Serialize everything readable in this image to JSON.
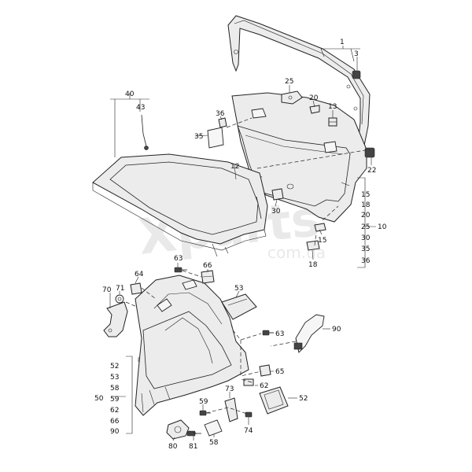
{
  "watermark": {
    "main": "Xparts",
    "sub": "com.ua"
  },
  "callouts": {
    "c1": "1",
    "c3": "3",
    "c25": "25",
    "c20": "20",
    "c13": "13",
    "c36": "36",
    "c35": "35",
    "c12": "12",
    "c22": "22",
    "c30": "30",
    "c15": "15",
    "c18": "18",
    "c40": "40",
    "c43": "43",
    "c63a": "63",
    "c66": "66",
    "c64": "64",
    "c71": "71",
    "c70": "70",
    "c53": "53",
    "c63b": "63",
    "c90": "90",
    "c65": "65",
    "c62": "62",
    "c52": "52",
    "c73": "73",
    "c59": "59",
    "c74": "74",
    "c58": "58",
    "c80": "80",
    "c81": "81"
  },
  "group10": {
    "ref": "10",
    "items": [
      "15",
      "18",
      "20",
      "25",
      "30",
      "35",
      "36"
    ]
  },
  "group50": {
    "ref": "50",
    "items": [
      "52",
      "53",
      "58",
      "59",
      "62",
      "66",
      "90"
    ]
  }
}
